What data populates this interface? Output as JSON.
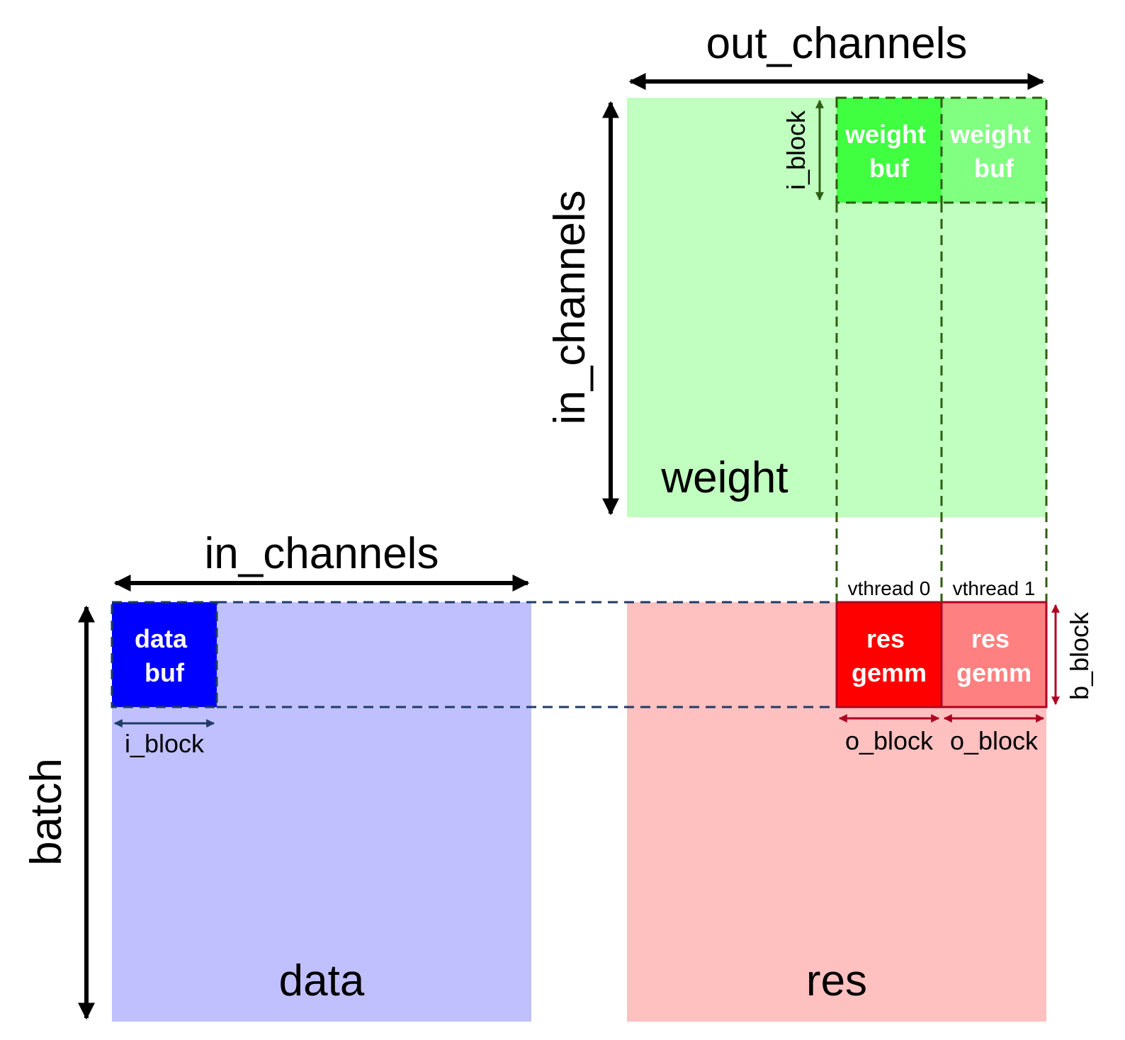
{
  "colors": {
    "weight_matrix": "#c0ffc0",
    "weight_buf_0": "#40ff40",
    "weight_buf_1": "#80ff80",
    "data_matrix": "#c0c0ff",
    "data_buf": "#0000ff",
    "res_matrix": "#ffc0c0",
    "res_gemm_0": "#ff0000",
    "res_gemm_1": "#ff8080",
    "green_dash": "#2e5e10",
    "blue_dash": "#1f3b66",
    "red_outline": "#b00020",
    "black": "#000000"
  },
  "matrices": {
    "weight": "weight",
    "data": "data",
    "res": "res"
  },
  "blocks": {
    "weight_buf_0": [
      "weight",
      "buf"
    ],
    "weight_buf_1": [
      "weight",
      "buf"
    ],
    "data_buf": [
      "data",
      "buf"
    ],
    "res_gemm_0": [
      "res",
      "gemm"
    ],
    "res_gemm_1": [
      "res",
      "gemm"
    ]
  },
  "dimensions": {
    "out_channels": "out_channels",
    "weight_in_channels": "in_channels",
    "data_in_channels": "in_channels",
    "batch": "batch",
    "weight_i_block": "i_block",
    "data_i_block": "i_block",
    "b_block": "b_block",
    "o_block_0": "o_block",
    "o_block_1": "o_block"
  },
  "threads": {
    "vthread_0": "vthread 0",
    "vthread_1": "vthread 1"
  }
}
